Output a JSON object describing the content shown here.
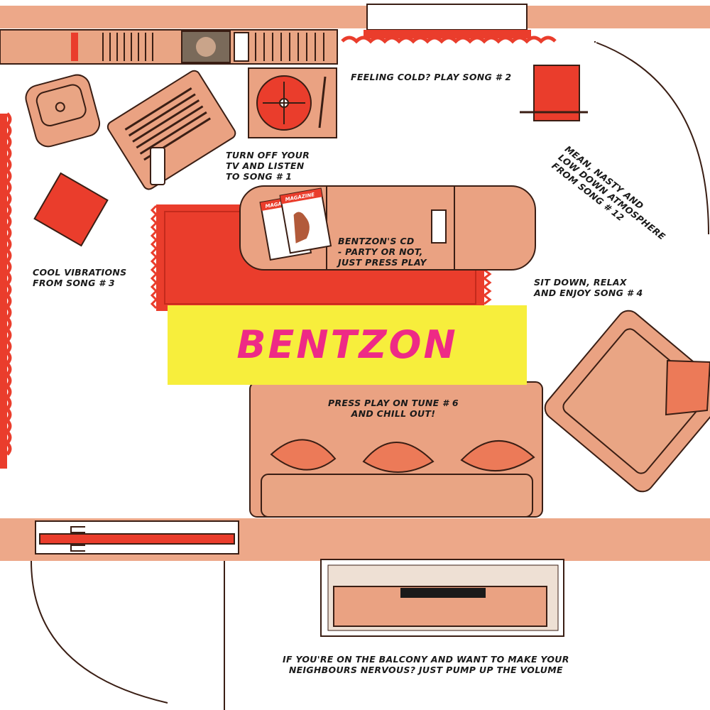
{
  "title": "BENTZON",
  "captions": {
    "feeling_cold": "FEELING COLD? PLAY SONG # 2",
    "tv": "TURN OFF YOUR\nTV AND LISTEN\nTO SONG # 1",
    "mean_nasty": "MEAN, NASTY AND\nLOW DOWN ATMOSPHERE\nFROM SONG # 12",
    "cd": "BENTZON'S CD\n- PARTY OR NOT,\nJUST PRESS PLAY",
    "cool_vibrations": "COOL VIBRATIONS\nFROM SONG # 3",
    "sit_down": "SIT DOWN, RELAX\nAND ENJOY SONG # 4",
    "press_play": "PRESS PLAY ON TUNE # 6\nAND CHILL OUT!",
    "balcony": "IF YOU'RE ON THE BALCONY AND WANT TO MAKE YOUR\nNEIGHBOURS NERVOUS? JUST PUMP UP THE VOLUME"
  },
  "magazine_label": "MAGAZINE",
  "colors": {
    "wall": "#e8a07f",
    "furniture": "#eaa282",
    "red": "#ea3d2c",
    "banner_bg": "#f7ee3c",
    "banner_text": "#ee2a86",
    "outline": "#3a1e14"
  }
}
